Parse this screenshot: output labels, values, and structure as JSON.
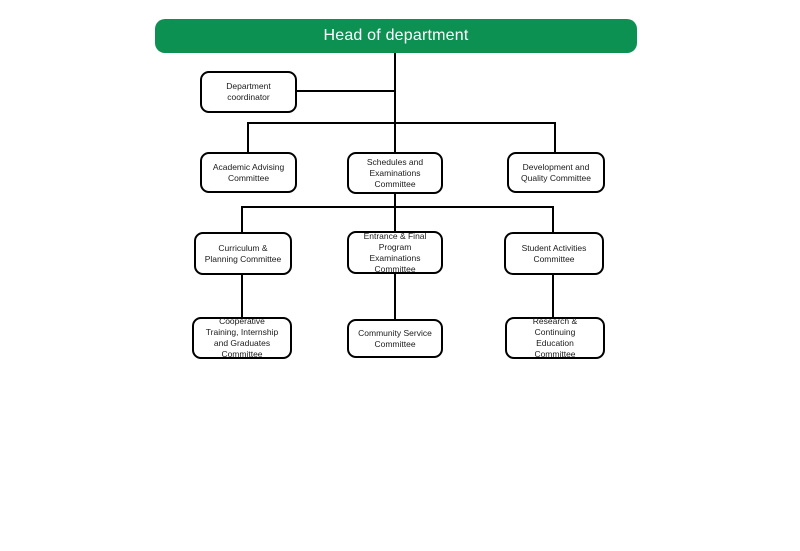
{
  "org_chart": {
    "colors": {
      "root_background": "#0D9153",
      "root_text": "#ffffff",
      "node_border": "#000000",
      "node_text": "#1b1b1b",
      "connector": "#000000",
      "page_background": "#ffffff"
    },
    "nodes": {
      "head": {
        "label": "Head of department"
      },
      "coordinator": {
        "label": "Department\ncoordinator"
      },
      "academic_advising": {
        "label": "Academic Advising\nCommittee"
      },
      "schedules_examinations": {
        "label": "Schedules and\nExaminations\nCommittee"
      },
      "development_quality": {
        "label": "Development and\nQuality Committee"
      },
      "curriculum_planning": {
        "label": "Curriculum &\nPlanning Committee"
      },
      "entrance_final_program": {
        "label": "Entrance & Final\nProgram\nExaminations\nCommittee"
      },
      "student_activities": {
        "label": "Student Activities\nCommittee"
      },
      "cooperative_training": {
        "label": "Cooperative\nTraining, Internship\nand Graduates\nCommittee"
      },
      "community_service": {
        "label": "Community Service\nCommittee"
      },
      "research_continuing": {
        "label": "Research &\nContinuing\nEducation\nCommittee"
      }
    }
  }
}
